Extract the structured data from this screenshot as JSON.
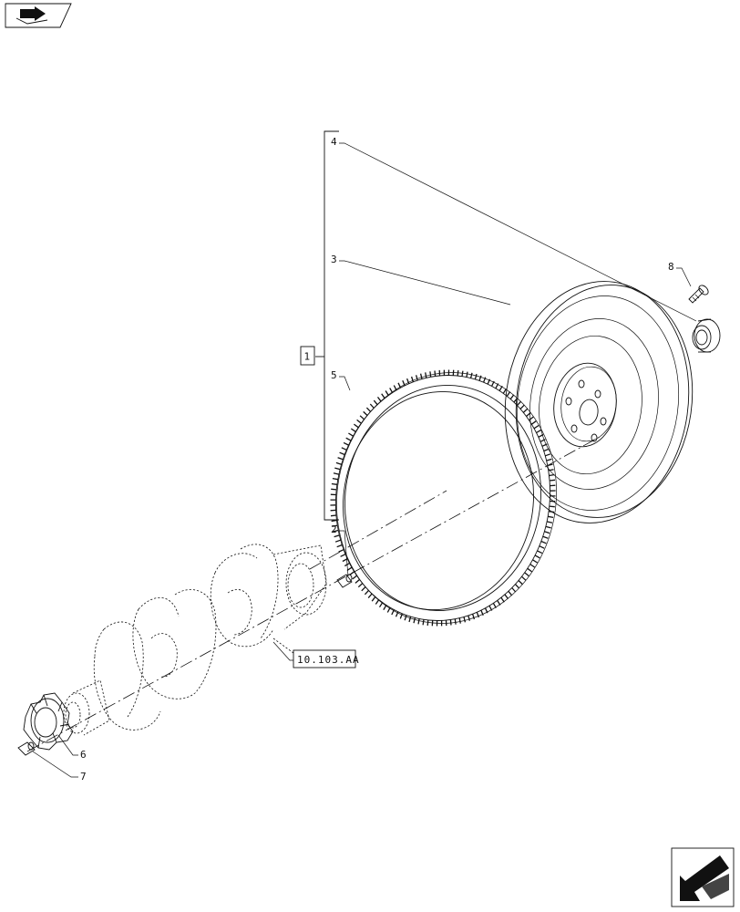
{
  "callouts": {
    "c1": "1",
    "c2": "2",
    "c3": "3",
    "c4": "4",
    "c5": "5",
    "c6": "6",
    "c7": "7",
    "c8": "8"
  },
  "reference": "10.103.AA",
  "icons": {
    "top_left": "book-arrow-icon",
    "bottom_right": "next-page-arrow-icon"
  }
}
